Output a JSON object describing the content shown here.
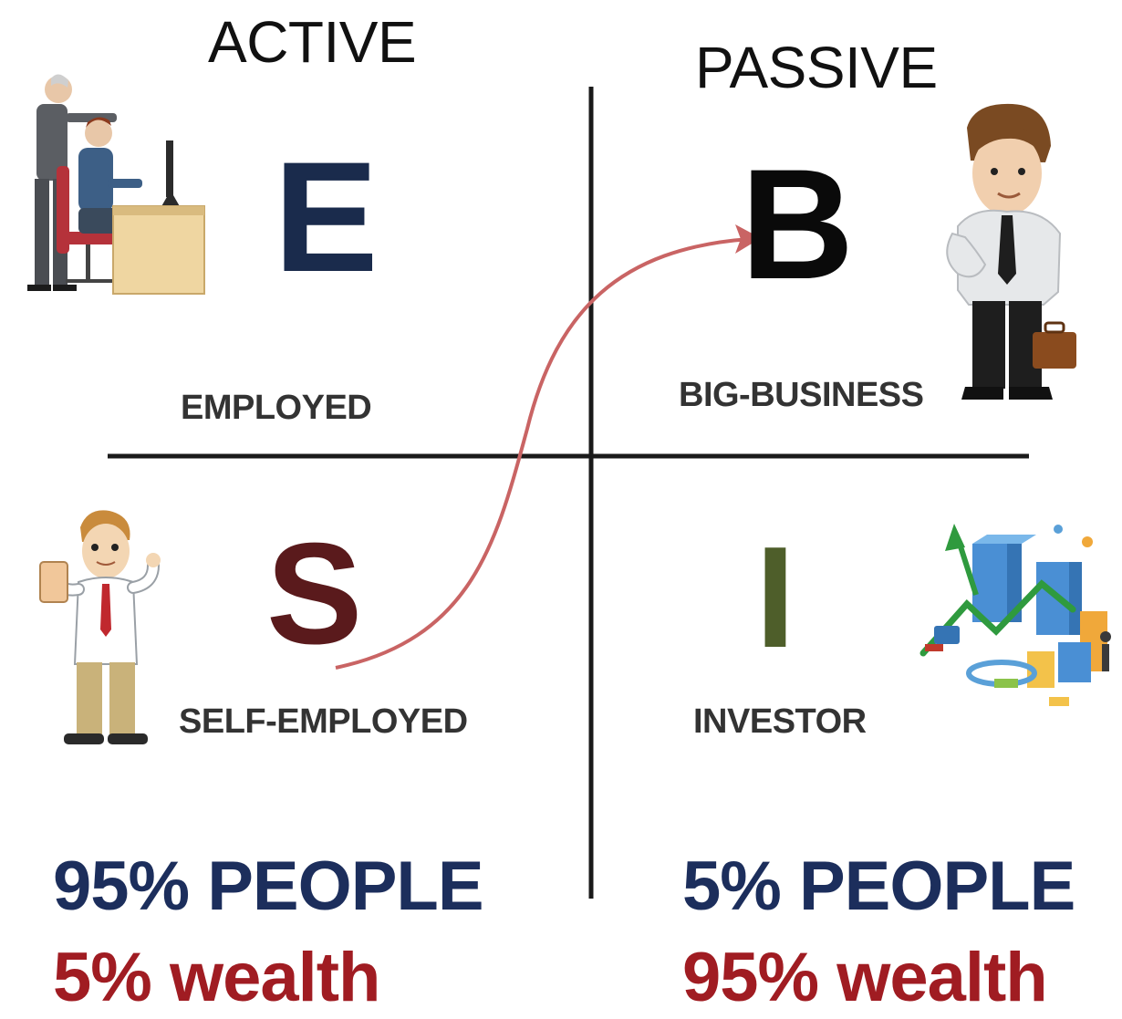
{
  "headings": {
    "active": "ACTIVE",
    "passive": "PASSIVE"
  },
  "quadrants": {
    "e": {
      "letter": "E",
      "label": "EMPLOYED",
      "letter_color": "#1a2b4c"
    },
    "b": {
      "letter": "B",
      "label": "BIG-BUSINESS",
      "letter_color": "#0a0a0a"
    },
    "s": {
      "letter": "S",
      "label": "SELF-EMPLOYED",
      "letter_color": "#5a1a1c"
    },
    "i": {
      "letter": "I",
      "label": "INVESTOR",
      "letter_color": "#4e5e2a"
    }
  },
  "stats": {
    "left_people": "95% PEOPLE",
    "left_wealth": "5% wealth",
    "right_people": "5% PEOPLE",
    "right_wealth": "95% wealth"
  },
  "colors": {
    "people_text": "#1c2e5c",
    "wealth_text": "#a01c22",
    "arrow": "#c96464",
    "divider": "#1a1a1a"
  },
  "icons": {
    "employed": "office-workers-icon",
    "big_business": "businessman-icon",
    "self_employed": "doctor-icon",
    "investor": "investment-growth-icon"
  }
}
